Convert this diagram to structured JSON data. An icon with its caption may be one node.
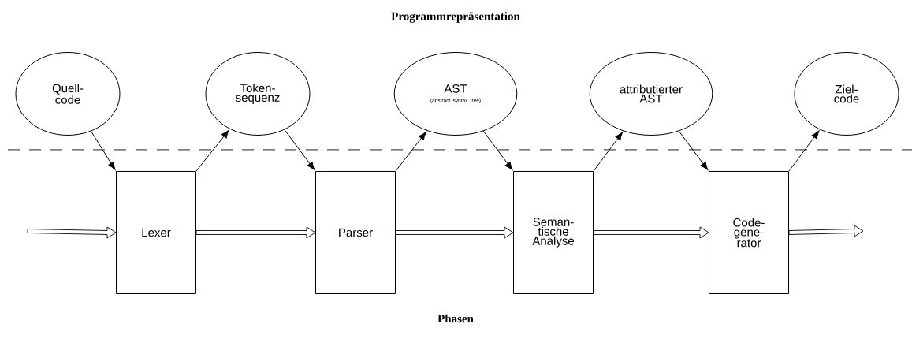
{
  "diagram": {
    "nodes": [
      {
        "text": [
          "Quell- code"
        ]
      },
      {
        "text": [
          "Lexer"
        ]
      },
      {
        "text": [
          "Token- sequenz"
        ]
      },
      {
        "text": [
          "Parser"
        ]
      },
      {
        "text": [
          "AST",
          "(abstract syntax tree)"
        ]
      },
      {
        "text": [
          "Seman- tische Analyse"
        ]
      },
      {
        "text": [
          "attributierter AST"
        ]
      },
      {
        "text": [
          "Code- gene- rator"
        ]
      },
      {
        "text": [
          "Ziel- code"
        ]
      }
    ],
    "edges": [
      {
        "from": 0,
        "to": 1,
        "arrow": "to"
      },
      {
        "from": 1,
        "to": 2,
        "arrow": "to"
      },
      {
        "from": 2,
        "to": 3,
        "arrow": "to"
      },
      {
        "from": 3,
        "to": 4,
        "arrow": "to"
      },
      {
        "from": 4,
        "to": 5,
        "arrow": "to"
      },
      {
        "from": 5,
        "to": 6,
        "arrow": "to"
      },
      {
        "from": 6,
        "to": 7,
        "arrow": "to"
      },
      {
        "from": 7,
        "to": 8,
        "arrow": "to"
      },
      {
        "from": null,
        "to": 1,
        "arrow": "to",
        "style": "thick"
      },
      {
        "from": 1,
        "to": 3,
        "arrow": "to",
        "style": "thick"
      },
      {
        "from": 3,
        "to": 5,
        "arrow": "to",
        "style": "thick"
      },
      {
        "from": 5,
        "to": 7,
        "arrow": "to",
        "style": "thick"
      },
      {
        "from": 7,
        "to": null,
        "arrow": "to",
        "style": "thick"
      }
    ],
    "labels": [
      "Programmrepräsentation",
      "Phasen"
    ]
  }
}
